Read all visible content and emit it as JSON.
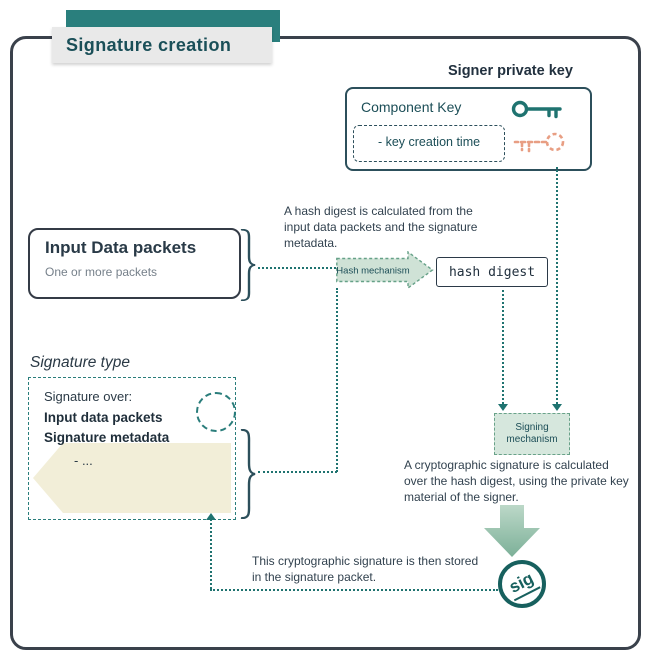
{
  "title": "Signature creation",
  "signer_key": {
    "label": "Signer private key",
    "component_title": "Component Key",
    "creation_time": "- key creation time"
  },
  "input_packets": {
    "title": "Input Data packets",
    "subtitle": "One or more packets"
  },
  "flow": {
    "hash_mechanism": "Hash mechanism",
    "hash_digest": "hash digest",
    "signing_mechanism": "Signing mechanism",
    "sig_badge": "sig"
  },
  "signature_type": {
    "heading": "Signature type",
    "over_label": "Signature over:",
    "items": [
      "Input data packets",
      "Signature metadata",
      "- ..."
    ]
  },
  "notes": {
    "hash": "A hash digest is calculated from the input data packets and the signature metadata.",
    "signing": "A cryptographic signature is calculated over the hash digest, using the private key material of the signer.",
    "store": "This cryptographic signature is then stored in the signature packet."
  },
  "colors": {
    "teal": "#1f7370",
    "dark_teal": "#2c4f5b",
    "green_fill": "#cfe2d6",
    "green_arrow": "#8fbda6",
    "cream": "#f2eed8",
    "orange": "#e89e83",
    "frame": "#3a414b"
  }
}
